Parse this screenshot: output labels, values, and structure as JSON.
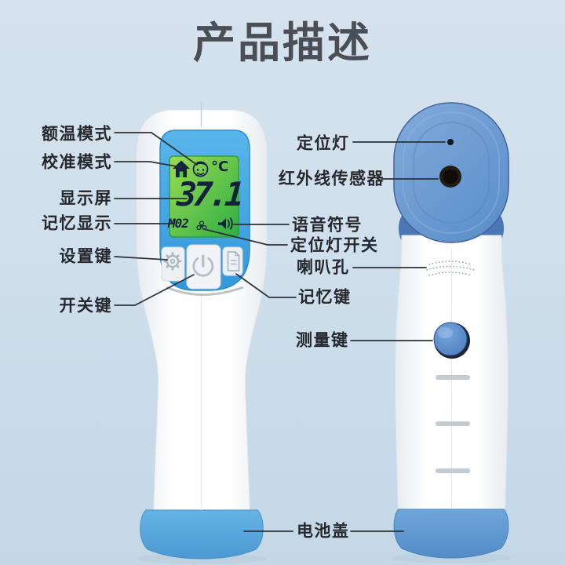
{
  "title": "产品描述",
  "lcd": {
    "temperature": "37.1",
    "memory_label": "M02",
    "unit": "°C"
  },
  "labels": {
    "left": [
      {
        "id": "forehead-mode",
        "text": "额温模式"
      },
      {
        "id": "calibration-mode",
        "text": "校准模式"
      },
      {
        "id": "display-screen",
        "text": "显示屏"
      },
      {
        "id": "memory-display",
        "text": "记忆显示"
      },
      {
        "id": "settings-button",
        "text": "设置键"
      },
      {
        "id": "power-button",
        "text": "开关键"
      }
    ],
    "right": [
      {
        "id": "positioning-light",
        "text": "定位灯"
      },
      {
        "id": "infrared-sensor",
        "text": "红外线传感器"
      },
      {
        "id": "voice-symbol",
        "text": "语音符号"
      },
      {
        "id": "positioning-light-switch",
        "text": "定位灯开关"
      },
      {
        "id": "speaker-holes",
        "text": "喇叭孔"
      },
      {
        "id": "memory-button",
        "text": "记忆键"
      },
      {
        "id": "measure-button",
        "text": "测量键"
      },
      {
        "id": "battery-cover",
        "text": "电池盖"
      }
    ]
  },
  "icons": {
    "lcd_icons": [
      "house-icon",
      "smiley-face-icon",
      "celsius-unit",
      "positioning-light-icon",
      "speaker-icon"
    ],
    "button_icons": [
      "gear-icon",
      "power-icon",
      "document-icon"
    ]
  },
  "colors": {
    "background": "#cfdfeb",
    "title_text": "#4a4f57",
    "label_text": "#25282e",
    "bezel_blue": "#41a5e2",
    "lcd_green": "#5fcf45",
    "lcd_ink": "#14233d",
    "head_blue": "#6f9dd3",
    "battery_cap_blue": "#5aa5da"
  }
}
